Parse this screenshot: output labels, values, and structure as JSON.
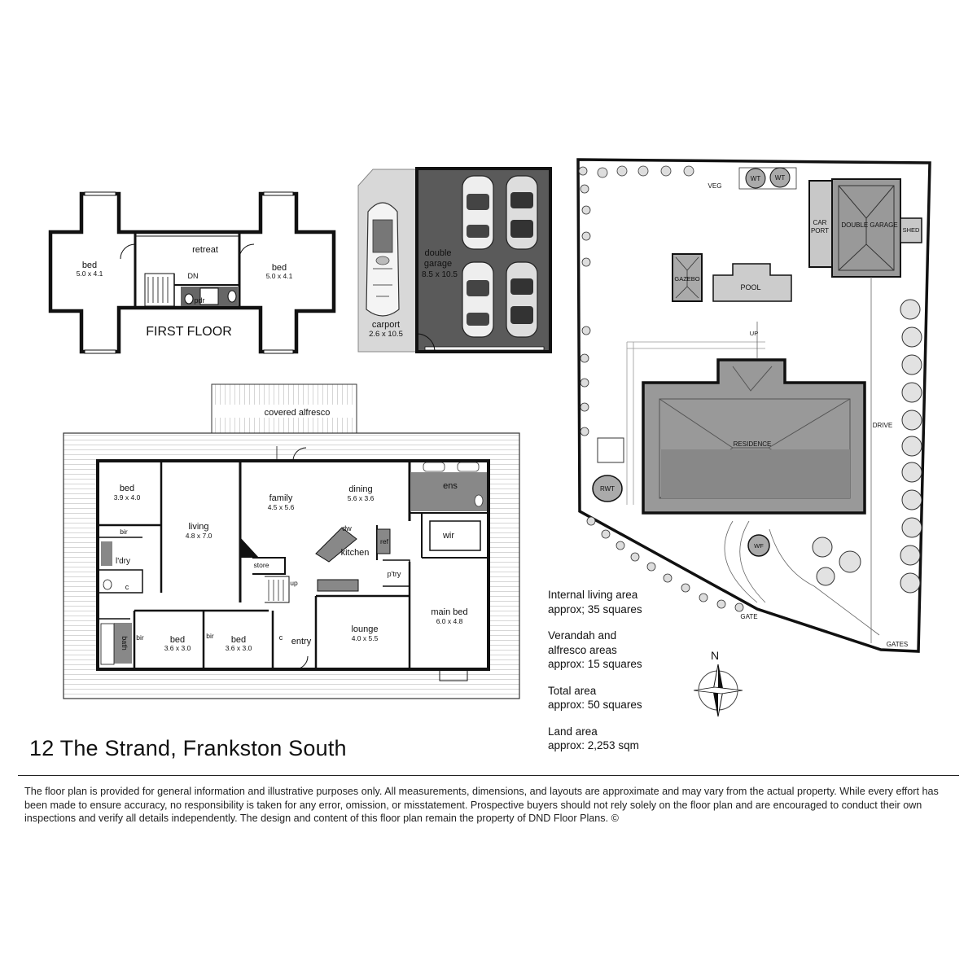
{
  "first_floor": {
    "title": "FIRST FLOOR",
    "rooms": {
      "bed_left": {
        "name": "bed",
        "dims": "5.0 x 4.1"
      },
      "bed_right": {
        "name": "bed",
        "dims": "5.0 x 4.1"
      },
      "retreat": "retreat",
      "dn": "DN",
      "pdr": "pdr"
    }
  },
  "garage_block": {
    "double_garage": {
      "name": "double\ngarage",
      "line1": "double",
      "line2": "garage",
      "dims": "8.5 x 10.5"
    },
    "carport": {
      "name": "carport",
      "dims": "2.6 x 10.5"
    }
  },
  "ground_floor": {
    "covered_alfresco": "covered alfresco",
    "rooms": {
      "bed1": {
        "name": "bed",
        "dims": "3.9 x 4.0"
      },
      "living": {
        "name": "living",
        "dims": "4.8 x 7.0"
      },
      "family": {
        "name": "family",
        "dims": "4.5 x 5.6"
      },
      "dining": {
        "name": "dining",
        "dims": "5.6 x 3.6"
      },
      "ens": "ens",
      "wir": "wir",
      "kitchen": "kitchen",
      "dw": "dw",
      "ref": "ref",
      "ptry": "p'try",
      "store": "store",
      "up": "up",
      "bir1": "bir",
      "ldry": "l'dry",
      "c1": "c",
      "bath": "bath",
      "bir2": "bir",
      "bed2": {
        "name": "bed",
        "dims": "3.6 x 3.0"
      },
      "bir3": "bir",
      "bed3": {
        "name": "bed",
        "dims": "3.6 x 3.0"
      },
      "c2": "c",
      "entry": "entry",
      "lounge": {
        "name": "lounge",
        "dims": "4.0 x 5.5"
      },
      "main_bed": {
        "name": "main bed",
        "dims": "6.0 x 4.8"
      }
    }
  },
  "site_plan": {
    "labels": {
      "veg": "VEG",
      "wt1": "WT",
      "wt2": "WT",
      "carport": "CAR\nPORT",
      "carport_l1": "CAR",
      "carport_l2": "PORT",
      "double_garage": "DOUBLE GARAGE",
      "shed": "SHED",
      "gazebo": "GAZEBO",
      "pool": "POOL",
      "up": "UP",
      "residence": "RESIDENCE",
      "drive": "DRIVE",
      "rwt": "RWT",
      "wf": "WF",
      "gate": "GATE",
      "gates": "GATES"
    }
  },
  "compass": {
    "north": "N"
  },
  "areas": [
    {
      "label": "Internal living area",
      "value": "approx; 35 squares"
    },
    {
      "label": "Verandah and\nalfresco areas",
      "value": "approx: 15 squares"
    },
    {
      "label": "Total area",
      "value": "approx: 50 squares"
    },
    {
      "label": "Land area",
      "value": "approx: 2,253 sqm"
    }
  ],
  "address": "12 The Strand, Frankston South",
  "disclaimer": "The floor plan is provided for general information and illustrative purposes only. All measurements, dimensions, and layouts are approximate and may vary from the actual property. While every effort has been made to ensure accuracy, no responsibility is taken for any error, omission, or misstatement. Prospective buyers should not rely solely on the floor plan and are encouraged to conduct their own inspections and verify all details independently. The design and content of this floor plan remain the property of DND Floor Plans. ©"
}
